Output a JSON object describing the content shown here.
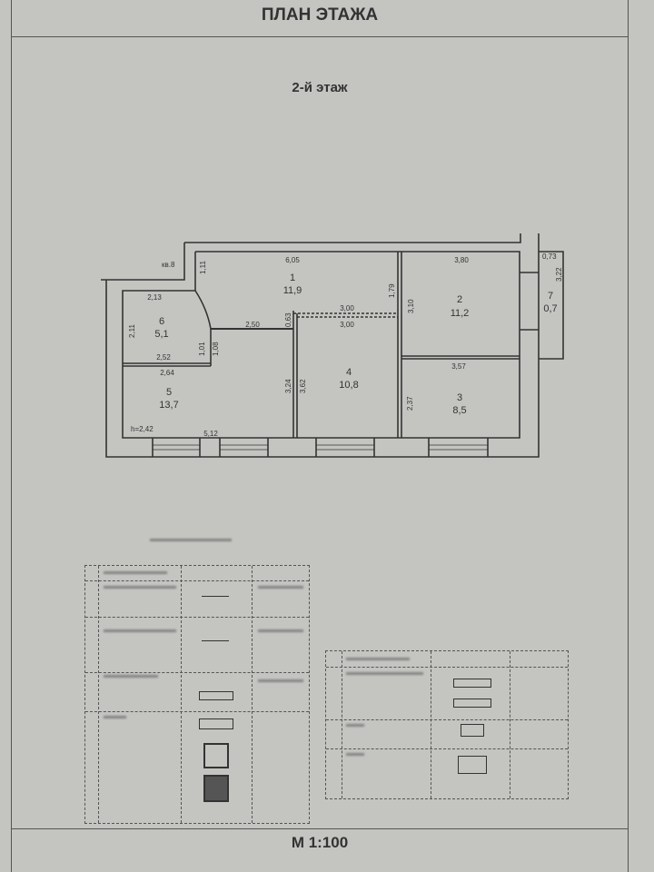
{
  "header": {
    "title": "ПЛАН ЭТАЖА",
    "floor": "2-й этаж"
  },
  "footer": {
    "scale": "М 1:100"
  },
  "plan": {
    "rooms": [
      {
        "number": "1",
        "area": "11,9"
      },
      {
        "number": "2",
        "area": "11,2"
      },
      {
        "number": "3",
        "area": "8,5"
      },
      {
        "number": "4",
        "area": "10,8"
      },
      {
        "number": "5",
        "area": "13,7"
      },
      {
        "number": "6",
        "area": "5,1"
      },
      {
        "number": "7",
        "area": "0,7"
      }
    ],
    "dimensions": [
      "6,05",
      "3,80",
      "0,73",
      "3,22",
      "1,11",
      "кв.8",
      "2,13",
      "2,11",
      "1,79",
      "3,10",
      "3,00",
      "3,00",
      "0,63",
      "2,50",
      "1,01",
      "1,08",
      "2,52",
      "2,64",
      "3,24",
      "3,62",
      "2,37",
      "3,57",
      "h=2,42",
      "5,12"
    ]
  },
  "colors": {
    "paper": "#c4c4c1",
    "ink": "#333333"
  }
}
